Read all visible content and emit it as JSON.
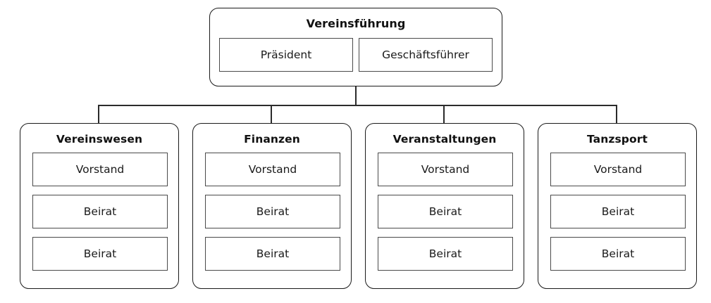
{
  "diagram": {
    "title_text": "Vereinsführung",
    "type": "organizational-chart"
  },
  "leadership": {
    "title": "Vereinsführung",
    "members": [
      {
        "label": "Präsident"
      },
      {
        "label": "Geschäftsführer"
      }
    ]
  },
  "departments": [
    {
      "title": "Vereinswesen",
      "roles": [
        {
          "label": "Vorstand"
        },
        {
          "label": "Beirat"
        },
        {
          "label": "Beirat"
        }
      ]
    },
    {
      "title": "Finanzen",
      "roles": [
        {
          "label": "Vorstand"
        },
        {
          "label": "Beirat"
        },
        {
          "label": "Beirat"
        }
      ]
    },
    {
      "title": "Veranstaltungen",
      "roles": [
        {
          "label": "Vorstand"
        },
        {
          "label": "Beirat"
        },
        {
          "label": "Beirat"
        }
      ]
    },
    {
      "title": "Tanzsport",
      "roles": [
        {
          "label": "Vorstand"
        },
        {
          "label": "Beirat"
        },
        {
          "label": "Beirat"
        }
      ]
    }
  ],
  "colors": {
    "card_border": "#1a1a1a",
    "slot_border": "#4a4a4a",
    "connector": "#2b2b2b",
    "text": "#1a1a1a",
    "background": "#ffffff"
  }
}
